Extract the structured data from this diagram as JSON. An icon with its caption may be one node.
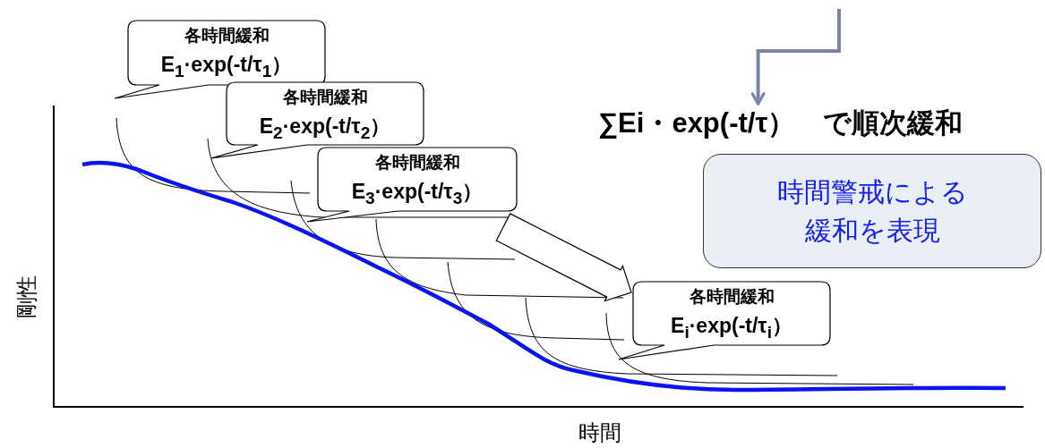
{
  "diagram": {
    "nodes": [
      {
        "text": [
          "各時間緩和",
          "E$_{1}$·exp(-t/τ$_{1}$）"
        ]
      },
      {
        "text": [
          "各時間緩和",
          "E$_{2}$·exp(-t/τ$_{2}$）"
        ]
      },
      {
        "text": [
          "各時間緩和",
          "E$_{3}$·exp(-t/τ$_{3}$）"
        ]
      },
      {
        "text": [
          "各時間緩和",
          "E$_{i}$·exp(-t/τ$_{i}$）"
        ]
      },
      {
        "text": [
          "∑Ei・exp(-t/τ）　で順次緩和"
        ]
      },
      {
        "text": [
          "時間警戒による緩和を表現"
        ]
      }
    ],
    "edges": [
      {
        "from": null,
        "to": 4,
        "arrow": "to",
        "color": "#7a84a8"
      },
      {
        "from": 2,
        "to": 3,
        "arrow": "to"
      }
    ],
    "labels": [
      "剛性",
      "時間"
    ]
  }
}
